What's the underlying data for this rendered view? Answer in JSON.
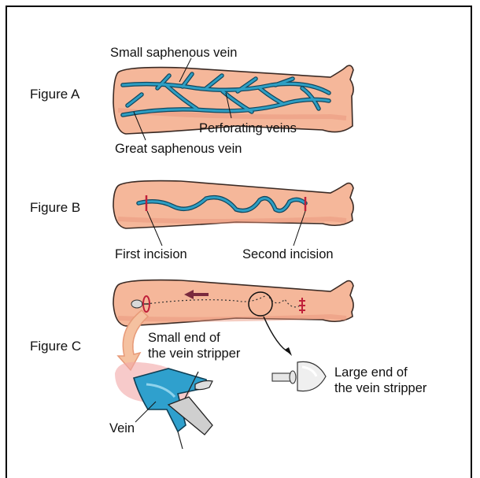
{
  "figures": {
    "a": {
      "label": "Figure A",
      "small_saphenous": "Small saphenous vein",
      "perforating": "Perforating veins",
      "great_saphenous": "Great saphenous vein"
    },
    "b": {
      "label": "Figure B",
      "first_incision": "First incision",
      "second_incision": "Second incision"
    },
    "c": {
      "label": "Figure C",
      "small_end_line1": "Small end of",
      "small_end_line2": "the vein stripper",
      "large_end_line1": "Large end of",
      "large_end_line2": "the vein stripper",
      "vein": "Vein"
    }
  },
  "colors": {
    "skin": "#f5b79a",
    "skin_shadow": "#e9937a",
    "vein": "#2e9fc4",
    "vein_dark": "#11475e",
    "incision": "#c0203a",
    "arrow": "#7a2a3e"
  }
}
